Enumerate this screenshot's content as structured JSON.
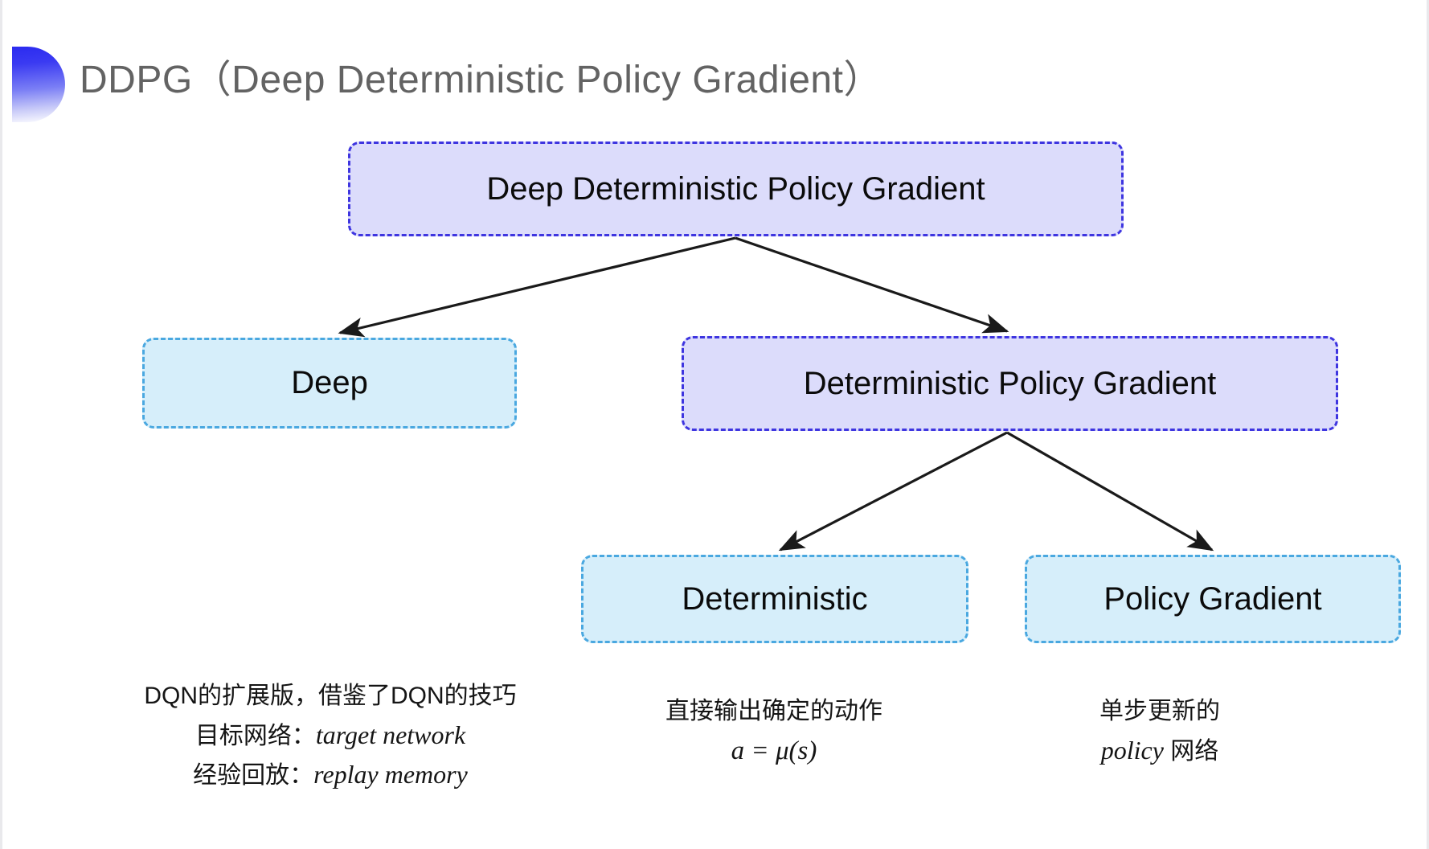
{
  "slide": {
    "title": "DDPG（Deep Deterministic Policy Gradient）",
    "background_color": "#ffffff",
    "decoration_icon": "half-circle-gradient-icon"
  },
  "colors": {
    "purple_fill": "#dcdcfb",
    "purple_border": "#3e35e0",
    "cyan_fill": "#d6eefa",
    "cyan_border": "#4aa8e0",
    "title_text": "#636363",
    "body_text": "#0b0b0b",
    "connector": "#1a1a1a"
  },
  "diagram": {
    "nodes": [
      {
        "id": "root",
        "label": "Deep Deterministic Policy Gradient",
        "style": "purple"
      },
      {
        "id": "deep",
        "label": "Deep",
        "style": "cyan"
      },
      {
        "id": "dpg",
        "label": "Deterministic Policy Gradient",
        "style": "purple"
      },
      {
        "id": "deterministic",
        "label": "Deterministic",
        "style": "cyan"
      },
      {
        "id": "policygradient",
        "label": "Policy Gradient",
        "style": "cyan"
      }
    ],
    "edges": [
      {
        "from": "root",
        "to": "deep",
        "arrowhead": "solid-triangle"
      },
      {
        "from": "root",
        "to": "dpg",
        "arrowhead": "solid-triangle"
      },
      {
        "from": "dpg",
        "to": "deterministic",
        "arrowhead": "solid-triangle"
      },
      {
        "from": "dpg",
        "to": "policygradient",
        "arrowhead": "solid-triangle"
      }
    ]
  },
  "captions": {
    "deep": {
      "line1": "DQN的扩展版，借鉴了DQN的技巧",
      "line2_label": "目标网络：",
      "line2_term": "target network",
      "line3_label": "经验回放：",
      "line3_term": "replay memory"
    },
    "deterministic": {
      "line1": "直接输出确定的动作",
      "formula": "a = μ(s)"
    },
    "policy_gradient": {
      "line1": "单步更新的",
      "line2_term": "policy",
      "line2_suffix": " 网络"
    }
  }
}
